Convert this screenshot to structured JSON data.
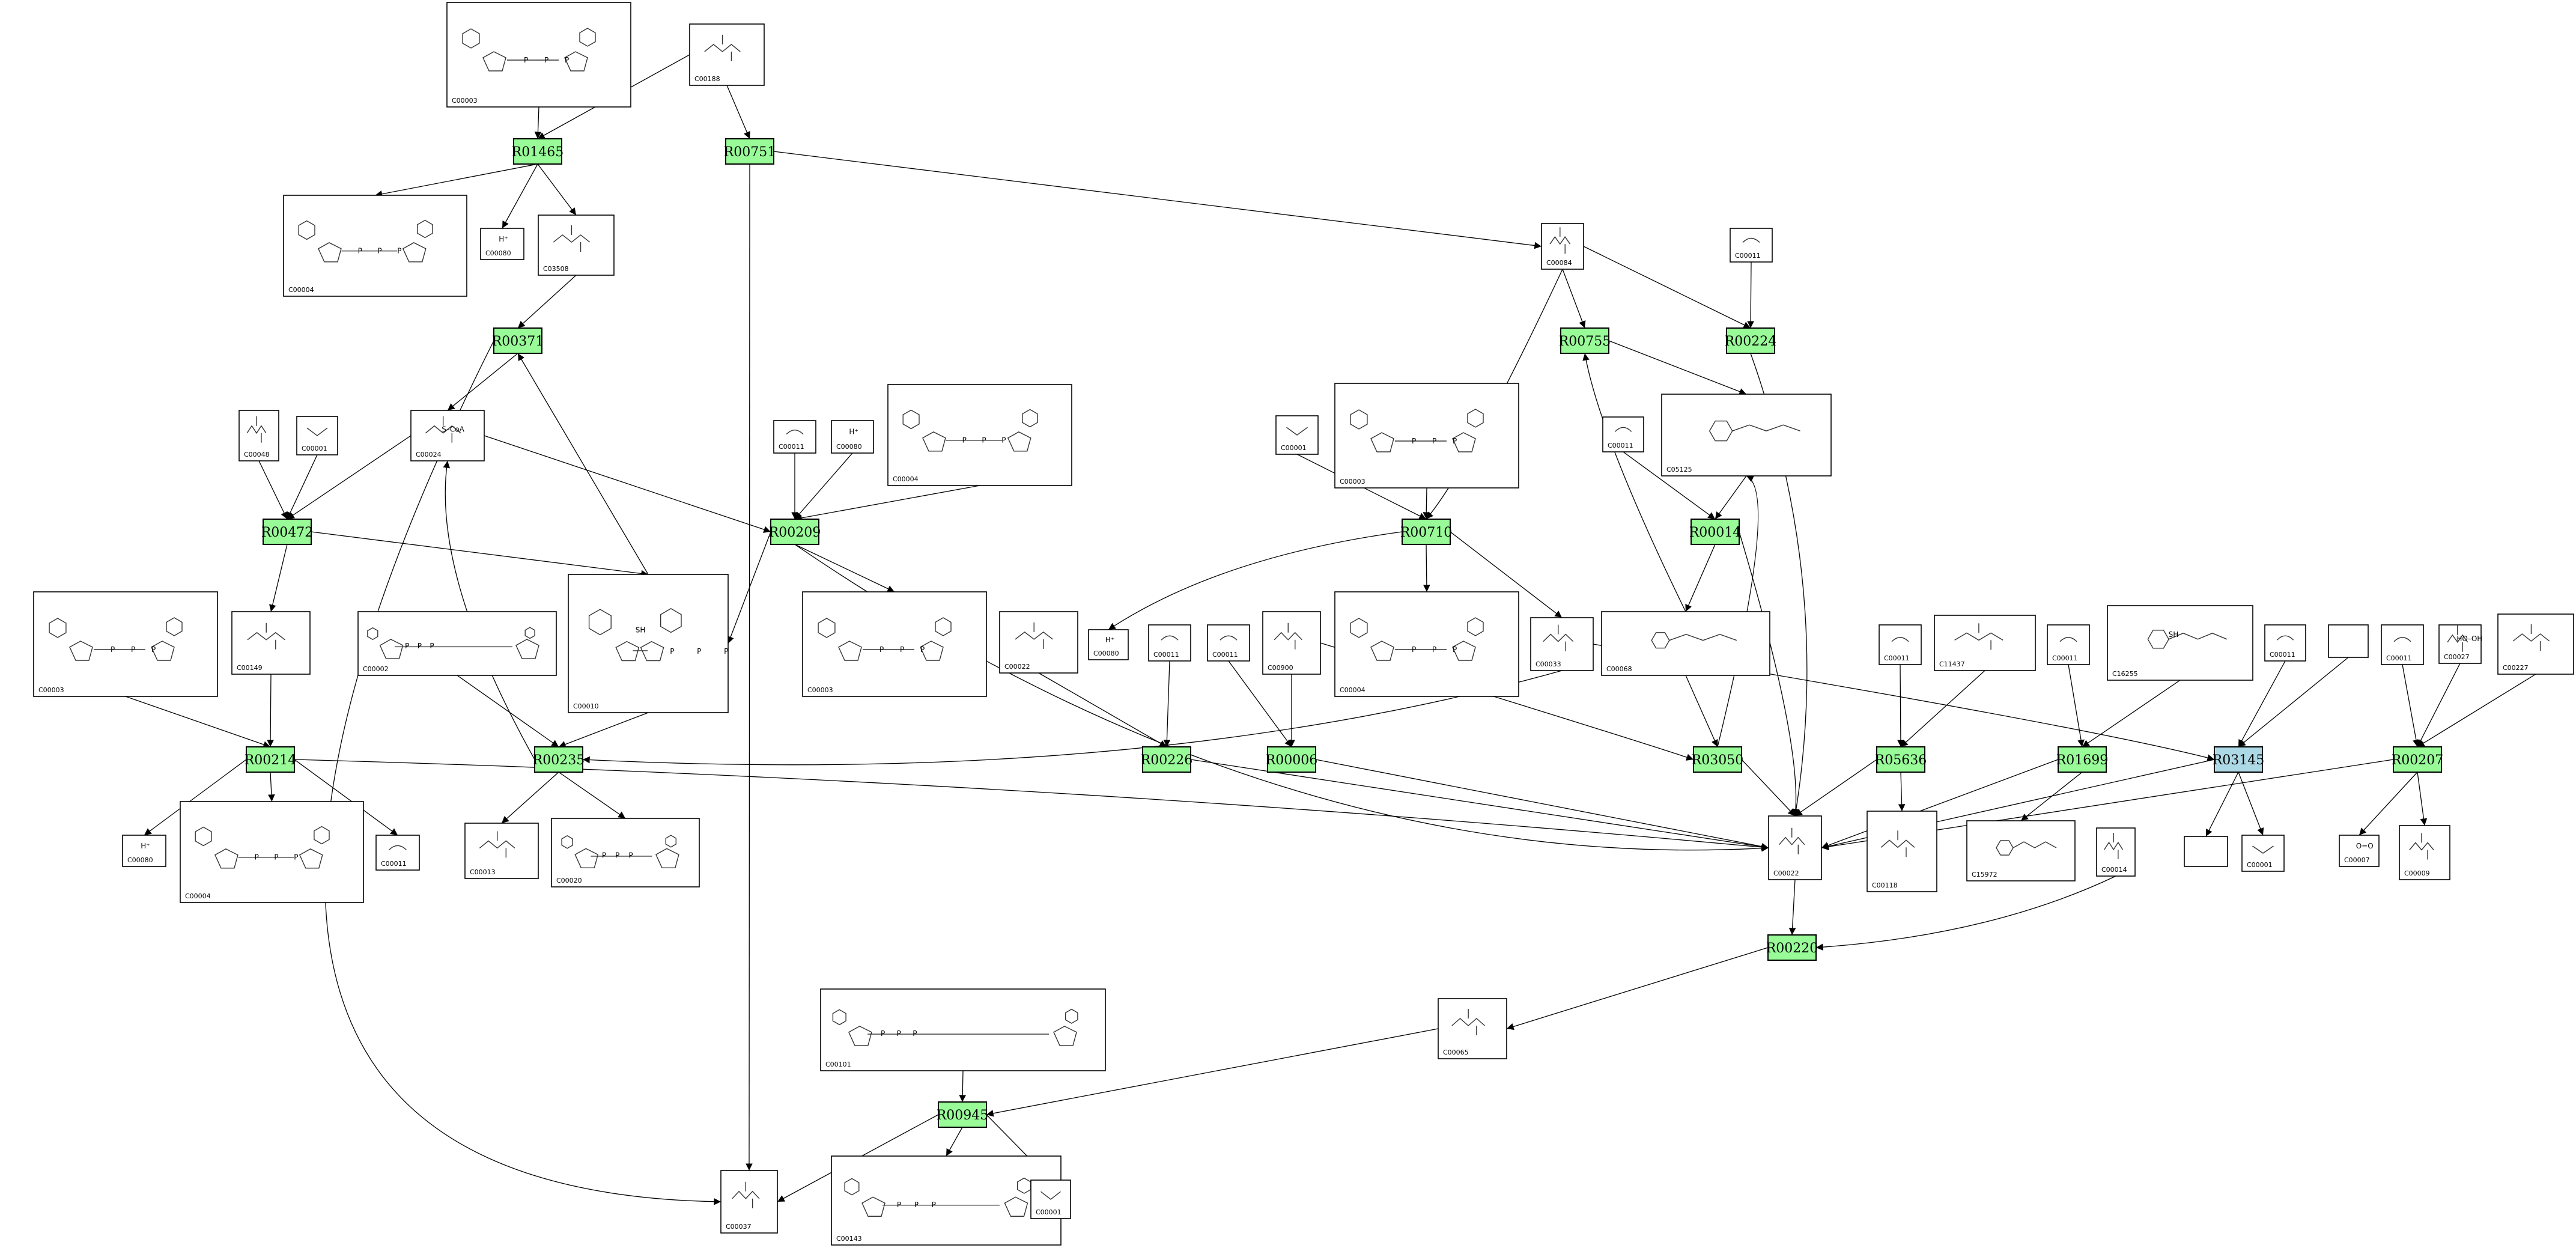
{
  "colors": {
    "reaction_fill": "#98fb98",
    "reaction_highlight_fill": "#add8e6",
    "edge": "#000000"
  },
  "reactions": [
    {
      "id": "r01465",
      "label": "R01465"
    },
    {
      "id": "r00751",
      "label": "R00751"
    },
    {
      "id": "r00371",
      "label": "R00371"
    },
    {
      "id": "r00472",
      "label": "R00472"
    },
    {
      "id": "r00209",
      "label": "R00209"
    },
    {
      "id": "r00755",
      "label": "R00755"
    },
    {
      "id": "r00224",
      "label": "R00224"
    },
    {
      "id": "r00710",
      "label": "R00710"
    },
    {
      "id": "r00014",
      "label": "R00014"
    },
    {
      "id": "r00214",
      "label": "R00214"
    },
    {
      "id": "r00235",
      "label": "R00235"
    },
    {
      "id": "r00226",
      "label": "R00226"
    },
    {
      "id": "r00006",
      "label": "R00006"
    },
    {
      "id": "r03050",
      "label": "R03050"
    },
    {
      "id": "r05636",
      "label": "R05636"
    },
    {
      "id": "r01699",
      "label": "R01699"
    },
    {
      "id": "r03145",
      "label": "R03145",
      "highlight": true
    },
    {
      "id": "r00207",
      "label": "R00207"
    },
    {
      "id": "r00220",
      "label": "R00220"
    },
    {
      "id": "r00945",
      "label": "R00945"
    }
  ],
  "compounds": [
    {
      "id": "c00003_a",
      "code": "C00003",
      "label": ""
    },
    {
      "id": "c00188",
      "code": "C00188",
      "label": ""
    },
    {
      "id": "c00004_a",
      "code": "C00004",
      "label": ""
    },
    {
      "id": "c00080_a",
      "code": "C00080",
      "label": "H⁺"
    },
    {
      "id": "c03508",
      "code": "C03508",
      "label": ""
    },
    {
      "id": "c00084",
      "code": "C00084",
      "label": ""
    },
    {
      "id": "c00011_a",
      "code": "C00011",
      "label": ""
    },
    {
      "id": "c00048",
      "code": "C00048",
      "label": ""
    },
    {
      "id": "c00001_a",
      "code": "C00001",
      "label": ""
    },
    {
      "id": "c00024",
      "code": "C00024",
      "label": "S–CoA"
    },
    {
      "id": "c00011_b",
      "code": "C00011",
      "label": ""
    },
    {
      "id": "c00080_b",
      "code": "C00080",
      "label": "H⁺"
    },
    {
      "id": "c00004_b",
      "code": "C00004",
      "label": ""
    },
    {
      "id": "c00001_b",
      "code": "C00001",
      "label": ""
    },
    {
      "id": "c00003_b",
      "code": "C00003",
      "label": ""
    },
    {
      "id": "c00011_c",
      "code": "C00011",
      "label": ""
    },
    {
      "id": "c05125",
      "code": "C05125",
      "label": ""
    },
    {
      "id": "c00003_c",
      "code": "C00003",
      "label": ""
    },
    {
      "id": "c00149",
      "code": "C00149",
      "label": ""
    },
    {
      "id": "c00002",
      "code": "C00002",
      "label": ""
    },
    {
      "id": "c00010",
      "code": "C00010",
      "label": "SH"
    },
    {
      "id": "c00003_d",
      "code": "C00003",
      "label": ""
    },
    {
      "id": "c00022_x",
      "code": "C00022",
      "label": ""
    },
    {
      "id": "c00080_c",
      "code": "C00080",
      "label": "H⁺"
    },
    {
      "id": "c00011_d",
      "code": "C00011",
      "label": ""
    },
    {
      "id": "c00011_e",
      "code": "C00011",
      "label": ""
    },
    {
      "id": "c00900",
      "code": "C00900",
      "label": ""
    },
    {
      "id": "c00004_c",
      "code": "C00004",
      "label": ""
    },
    {
      "id": "c00033",
      "code": "C00033",
      "label": ""
    },
    {
      "id": "c00068",
      "code": "C00068",
      "label": ""
    },
    {
      "id": "c00011_f",
      "code": "C00011",
      "label": ""
    },
    {
      "id": "c11437",
      "code": "C11437",
      "label": ""
    },
    {
      "id": "c00011_g",
      "code": "C00011",
      "label": ""
    },
    {
      "id": "c16255",
      "code": "C16255",
      "label": "SH"
    },
    {
      "id": "c00011_h",
      "code": "C00011",
      "label": ""
    },
    {
      "id": "c_blank_a",
      "code": "",
      "label": ""
    },
    {
      "id": "c00011_i",
      "code": "C00011",
      "label": ""
    },
    {
      "id": "c00027",
      "code": "C00027",
      "label": "HO–OH"
    },
    {
      "id": "c00227",
      "code": "C00227",
      "label": ""
    },
    {
      "id": "c00080_d",
      "code": "C00080",
      "label": "H⁺"
    },
    {
      "id": "c00004_d",
      "code": "C00004",
      "label": ""
    },
    {
      "id": "c00011_j",
      "code": "C00011",
      "label": ""
    },
    {
      "id": "c00013",
      "code": "C00013",
      "label": ""
    },
    {
      "id": "c00020",
      "code": "C00020",
      "label": ""
    },
    {
      "id": "c00022",
      "code": "C00022",
      "label": ""
    },
    {
      "id": "c00118",
      "code": "C00118",
      "label": ""
    },
    {
      "id": "c15972",
      "code": "C15972",
      "label": ""
    },
    {
      "id": "c00014",
      "code": "C00014",
      "label": ""
    },
    {
      "id": "c_blank_b",
      "code": "",
      "label": ""
    },
    {
      "id": "c00001_c",
      "code": "C00001",
      "label": ""
    },
    {
      "id": "c00007",
      "code": "C00007",
      "label": "O=O"
    },
    {
      "id": "c00009",
      "code": "C00009",
      "label": ""
    },
    {
      "id": "c00101",
      "code": "C00101",
      "label": ""
    },
    {
      "id": "c00065",
      "code": "C00065",
      "label": ""
    },
    {
      "id": "c00037",
      "code": "C00037",
      "label": ""
    },
    {
      "id": "c00143",
      "code": "C00143",
      "label": ""
    },
    {
      "id": "c00001_d",
      "code": "C00001",
      "label": ""
    }
  ]
}
